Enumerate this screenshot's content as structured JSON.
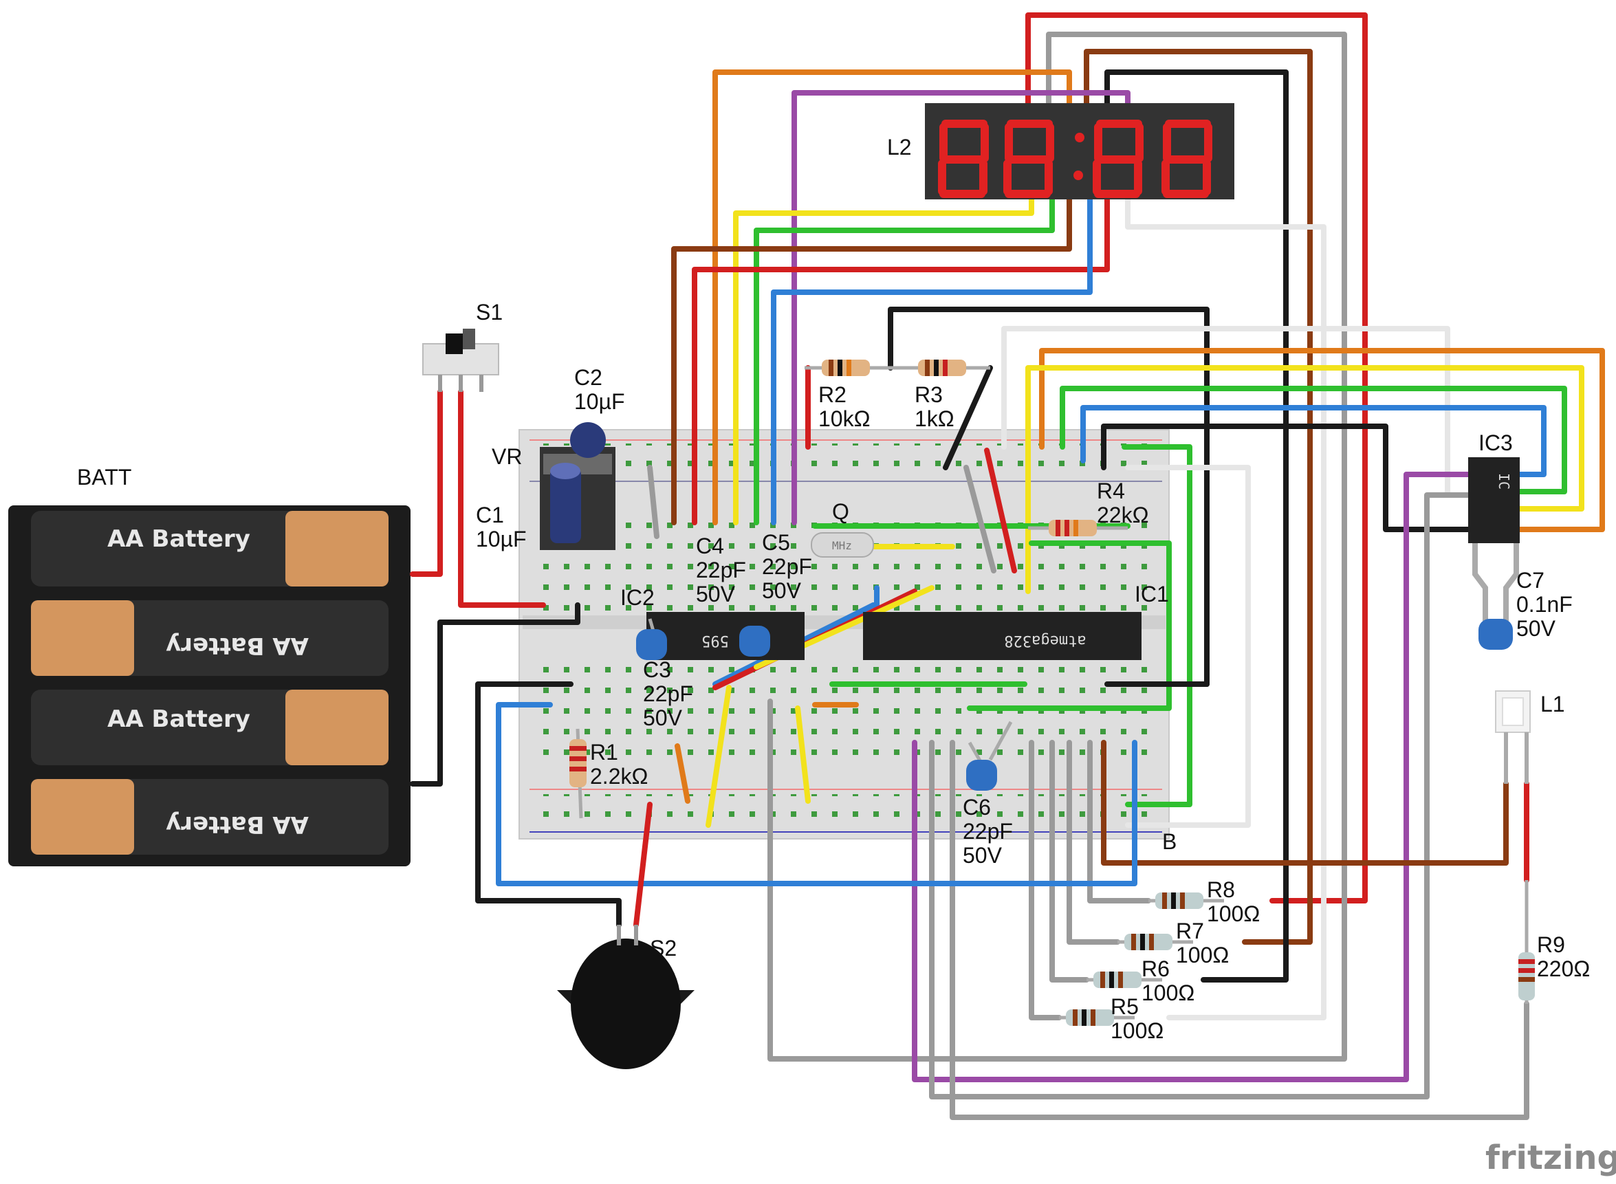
{
  "watermark": "fritzing",
  "labels": {
    "batt": "BATT",
    "s1": "S1",
    "s2": "S2",
    "vr": "VR",
    "c1": "C1",
    "c1_val": "10µF",
    "c2": "C2",
    "c2_val": "10µF",
    "c3": "C3",
    "c3_val": "22pF",
    "c3_volt": "50V",
    "c4": "C4",
    "c4_val": "22pF",
    "c4_volt": "50V",
    "c5": "C5",
    "c5_val": "22pF",
    "c5_volt": "50V",
    "c6": "C6",
    "c6_val": "22pF",
    "c6_volt": "50V",
    "c7": "C7",
    "c7_val": "0.1nF",
    "c7_volt": "50V",
    "ic1": "IC1",
    "ic2": "IC2",
    "ic3": "IC3",
    "l1": "L1",
    "l2": "L2",
    "q": "Q",
    "r1": "R1",
    "r1_val": "2.2kΩ",
    "r2": "R2",
    "r2_val": "10kΩ",
    "r3": "R3",
    "r3_val": "1kΩ",
    "r4": "R4",
    "r4_val": "22kΩ",
    "r5": "R5",
    "r5_val": "100Ω",
    "r6": "R6",
    "r6_val": "100Ω",
    "r7": "R7",
    "r7_val": "100Ω",
    "r8": "R8",
    "r8_val": "100Ω",
    "r9": "R9",
    "r9_val": "220Ω",
    "b": "B"
  },
  "batteries": [
    "AA Battery",
    "AA Battery",
    "AA Battery",
    "AA Battery"
  ],
  "chips": {
    "ic1": "atmega328",
    "ic2": "595",
    "ic3": "IC",
    "crystal": "MHz"
  },
  "colors": {
    "red": "#d21f1f",
    "orange": "#e07a1a",
    "yellow": "#f2e21c",
    "green": "#2fbf2f",
    "blue": "#2f7fd6",
    "purple": "#9a4aa6",
    "brown": "#8a3b12",
    "black": "#1a1a1a",
    "grey": "#9a9a9a",
    "white": "#e6e6e6"
  }
}
